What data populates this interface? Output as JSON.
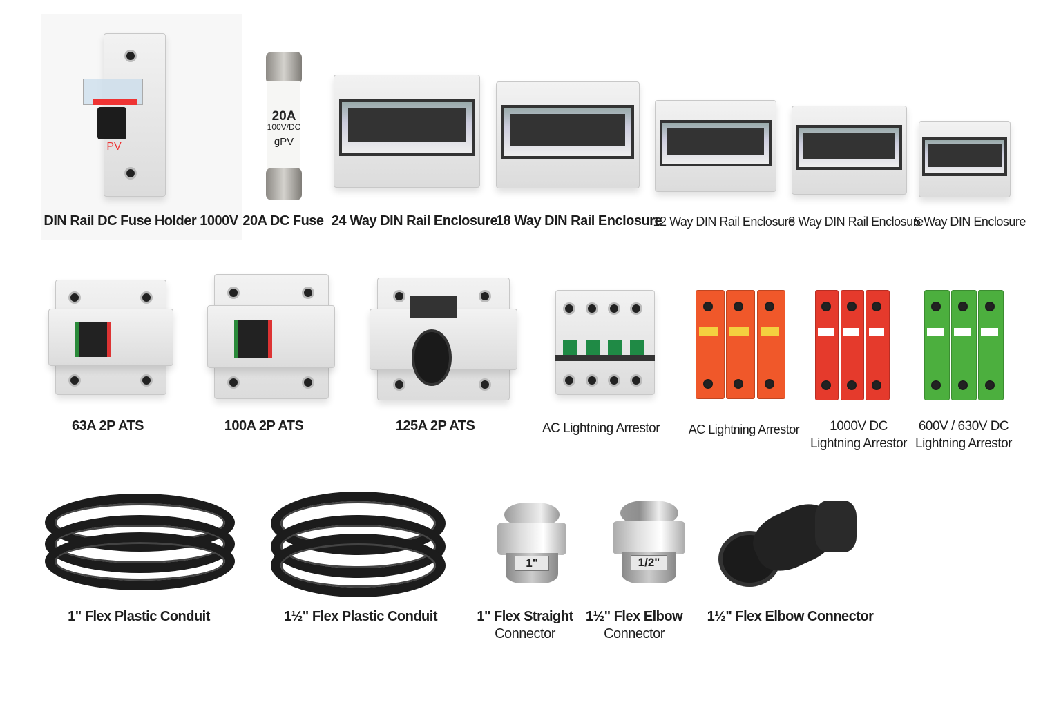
{
  "rows": [
    {
      "products": [
        {
          "label": "DIN Rail DC Fuse Holder 1000V",
          "icon": "din-rail-fuse-holder",
          "marking": "PV"
        },
        {
          "label": "20A DC Fuse",
          "icon": "cartridge-fuse",
          "marking": [
            "20A",
            "100V/DC",
            "gPV"
          ]
        },
        {
          "label": "24 Way DIN Rail Enclosure",
          "icon": "din-enclosure"
        },
        {
          "label": "18 Way DIN Rail Enclosure",
          "icon": "din-enclosure"
        },
        {
          "label": "12 Way DIN Rail Enclosure",
          "icon": "din-enclosure"
        },
        {
          "label": "8 Way DIN Rail Enclosure",
          "icon": "din-enclosure"
        },
        {
          "label": "5 Way DIN Enclosure",
          "icon": "din-enclosure"
        }
      ]
    },
    {
      "products": [
        {
          "label": "63A 2P ATS",
          "icon": "ats-switch"
        },
        {
          "label": "100A 2P ATS",
          "icon": "ats-switch"
        },
        {
          "label": "125A 2P ATS",
          "icon": "ats-rotary-switch"
        },
        {
          "label": "AC Lightning Arrestor",
          "icon": "4-pole-breaker"
        },
        {
          "label": "AC Lightning Arrestor",
          "icon": "surge-protector",
          "color": "#f0582a"
        },
        {
          "label": [
            "1000V DC",
            "Lightning Arrestor"
          ],
          "icon": "surge-protector",
          "color": "#e53a2c"
        },
        {
          "label": [
            "600V / 630V DC",
            "Lightning Arrestor"
          ],
          "icon": "surge-protector",
          "color": "#4caf3e"
        }
      ]
    },
    {
      "products": [
        {
          "label": "1\" Flex Plastic Conduit",
          "icon": "conduit-coil"
        },
        {
          "label": "1½\" Flex Plastic Conduit",
          "icon": "conduit-coil"
        },
        {
          "label": [
            "1\" Flex Straight",
            "Connector"
          ],
          "icon": "straight-connector",
          "marking": "1\""
        },
        {
          "label": [
            "1½\" Flex Elbow",
            "Connector"
          ],
          "icon": "gland-connector",
          "marking": "1/2\""
        },
        {
          "label": "1½\" Flex Elbow Connector",
          "icon": "elbow-connector"
        }
      ]
    }
  ]
}
